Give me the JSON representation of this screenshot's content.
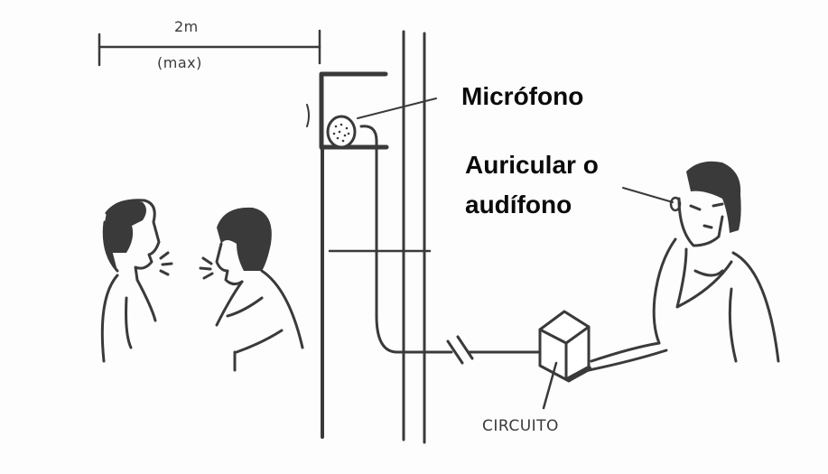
{
  "diagram": {
    "title": "Sistema de escucha: micrófono en pared conectado a circuito y auricular",
    "dimension": {
      "value": "2m",
      "note": "(max)"
    },
    "labels": {
      "microphone": "Micrófono",
      "earphone_line1": "Auricular o",
      "earphone_line2": "audífono",
      "circuit": "CIRCUITO"
    },
    "elements": [
      {
        "id": "speaker-left",
        "kind": "person",
        "description": "Hombre hablando (izquierda)"
      },
      {
        "id": "speaker-right",
        "kind": "person",
        "description": "Hombre hablando (derecha)"
      },
      {
        "id": "wall",
        "kind": "structure",
        "description": "Pared con micrófono montado"
      },
      {
        "id": "microphone",
        "kind": "device",
        "description": "Micrófono en soporte"
      },
      {
        "id": "cable",
        "kind": "connection",
        "description": "Cable desde micrófono a circuito (con corte)"
      },
      {
        "id": "circuit-box",
        "kind": "device",
        "description": "Caja del circuito"
      },
      {
        "id": "listener",
        "kind": "person",
        "description": "Persona con auricular sosteniendo el circuito"
      }
    ],
    "colors": {
      "ink": "#3a3a3a",
      "label": "#0a0a0a",
      "background": "#fdfdfd"
    }
  }
}
